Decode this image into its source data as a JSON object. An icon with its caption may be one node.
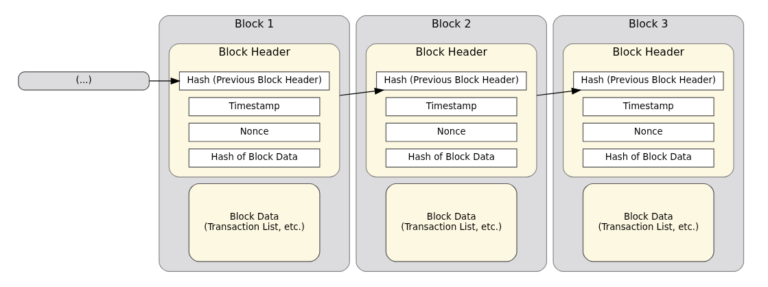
{
  "diagram": {
    "nodes": [
      {
        "text": [
          "(...)"
        ]
      },
      {
        "text": [
          "Block 1"
        ]
      },
      {
        "text": [
          "Block Header"
        ],
        "in": 1
      },
      {
        "text": [
          "Hash (Previous Block Header)"
        ],
        "in": 2
      },
      {
        "text": [
          "Timestamp"
        ],
        "in": 2
      },
      {
        "text": [
          "Nonce"
        ],
        "in": 2
      },
      {
        "text": [
          "Hash of Block Data"
        ],
        "in": 2
      },
      {
        "text": [
          "Block Data",
          "(Transaction List, etc.)"
        ],
        "in": 1
      },
      {
        "text": [
          "Block 2"
        ]
      },
      {
        "text": [
          "Block Header"
        ],
        "in": 8
      },
      {
        "text": [
          "Hash (Previous Block Header)"
        ],
        "in": 9
      },
      {
        "text": [
          "Timestamp"
        ],
        "in": 9
      },
      {
        "text": [
          "Nonce"
        ],
        "in": 9
      },
      {
        "text": [
          "Hash of Block Data"
        ],
        "in": 9
      },
      {
        "text": [
          "Block Data",
          "(Transaction List, etc.)"
        ],
        "in": 8
      },
      {
        "text": [
          "Block 3"
        ]
      },
      {
        "text": [
          "Block Header"
        ],
        "in": 15
      },
      {
        "text": [
          "Hash (Previous Block Header)"
        ],
        "in": 16
      },
      {
        "text": [
          "Timestamp"
        ],
        "in": 16
      },
      {
        "text": [
          "Nonce"
        ],
        "in": 16
      },
      {
        "text": [
          "Hash of Block Data"
        ],
        "in": 16
      },
      {
        "text": [
          "Block Data",
          "(Transaction List, etc.)"
        ],
        "in": 15
      }
    ],
    "edges": [
      {
        "from": 0,
        "to": 3,
        "arrow": "to"
      },
      {
        "from": 2,
        "to": 10,
        "arrow": "to"
      },
      {
        "from": 9,
        "to": 17,
        "arrow": "to"
      }
    ]
  }
}
